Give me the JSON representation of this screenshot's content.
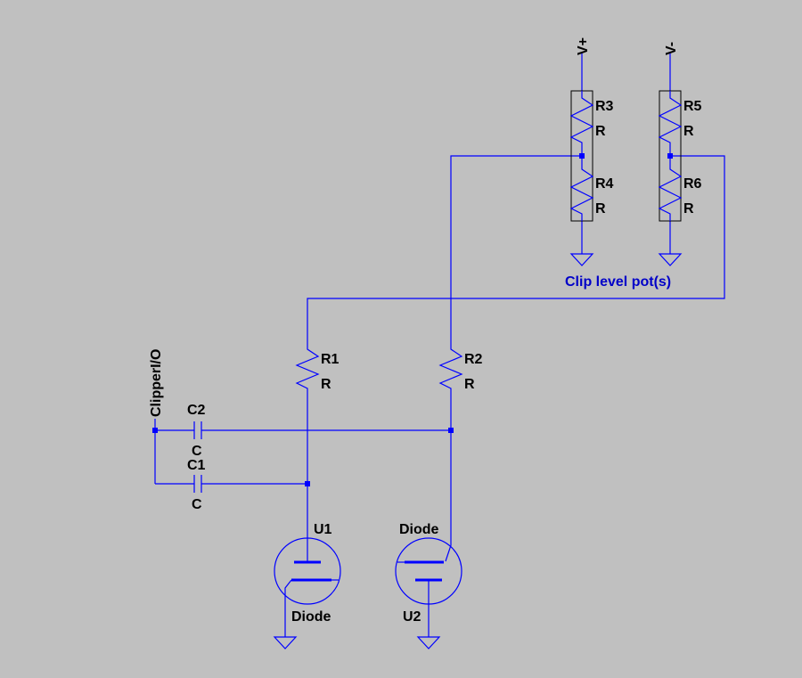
{
  "labels": {
    "vplus": "V+",
    "vminus": "V-",
    "r1_ref": "R1",
    "r1_val": "R",
    "r2_ref": "R2",
    "r2_val": "R",
    "r3_ref": "R3",
    "r3_val": "R",
    "r4_ref": "R4",
    "r4_val": "R",
    "r5_ref": "R5",
    "r5_val": "R",
    "r6_ref": "R6",
    "r6_val": "R",
    "c1_ref": "C1",
    "c1_val": "C",
    "c2_ref": "C2",
    "c2_val": "C",
    "u1_ref": "U1",
    "u1_val": "Diode",
    "u2_ref": "U2",
    "u2_val": "Diode",
    "net_io": "ClipperI/O",
    "comment": "Clip level pot(s)"
  }
}
